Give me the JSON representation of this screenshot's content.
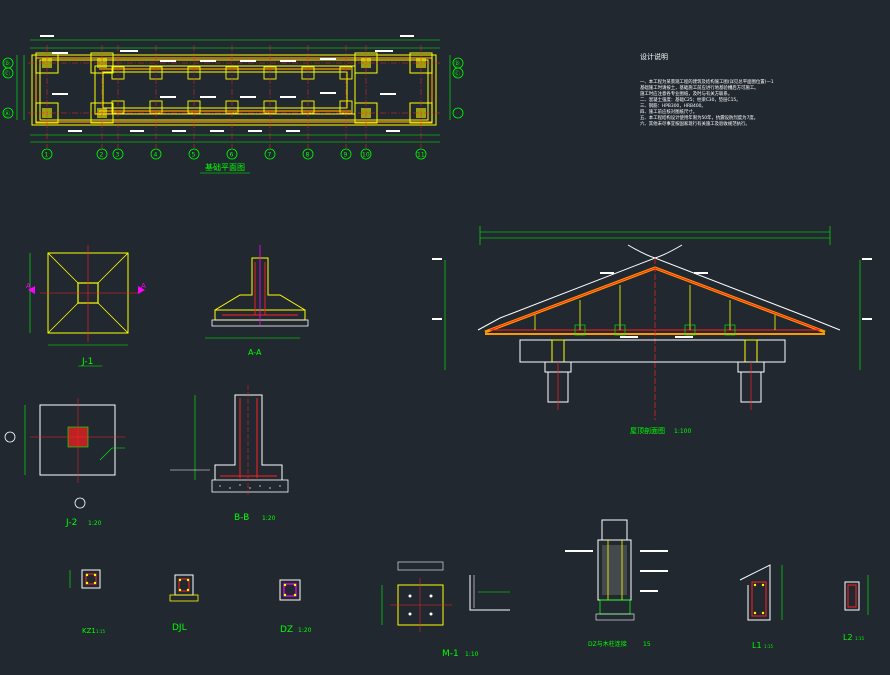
{
  "colors": {
    "background": "#212830",
    "cyan": "#00ffff",
    "green": "#00ff00",
    "yellow": "#ffff00",
    "red": "#ff2020",
    "orange": "#ff9900",
    "white": "#ffffff",
    "magenta": "#ff00ff"
  },
  "plan": {
    "axis_top": [
      "Ⓓ",
      "Ⓒ"
    ],
    "axis_left": [
      "Ⓓ",
      "Ⓒ",
      "Ⓐ"
    ],
    "axis_bottom": [
      "1",
      "2",
      "3",
      "4",
      "5",
      "6",
      "7",
      "8",
      "9",
      "10",
      "11"
    ],
    "title": "基础平面图"
  },
  "details": {
    "j1": "J-1",
    "aa": "A-A",
    "j2": "J-2",
    "j2_scale": "1:20",
    "bb": "B-B",
    "bb_scale": "1:20",
    "section_title": "屋顶剖面图",
    "section_scale": "1:100",
    "kz1": "KZ1",
    "kz1_scale": "1:15",
    "djl": "DJL",
    "dz": "DZ",
    "dz_scale": "1:20",
    "m1": "M-1",
    "m1_scale": "1:10",
    "dz_joint": "DZ与木柱连接",
    "dz_joint_scale": "15",
    "l1": "L1",
    "l1_scale": "1:15",
    "l2": "L2",
    "l2_scale": "1:15",
    "marker_a": "A"
  },
  "notes": {
    "title": "设计说明",
    "lines": [
      "一、本工程为某景观工程的建筑及结构施工图(详见总平面图位置)一1",
      "    基础施工时请按土，基础施工前应进行地基验槽后方可施工。",
      "    施工时应注意各专业图纸，及时与有关方联系。",
      "二、混凝土强度：基础C25；柱梁C30，垫层C15。",
      "三、钢筋：HPB300，HRB400。",
      "四、施工前应核对图纸尺寸。",
      "五、本工程结构设计使用年限为50年，抗震设防烈度为7度。",
      "六、其他未尽事宜按国家现行有关施工及验收规范执行。"
    ]
  }
}
